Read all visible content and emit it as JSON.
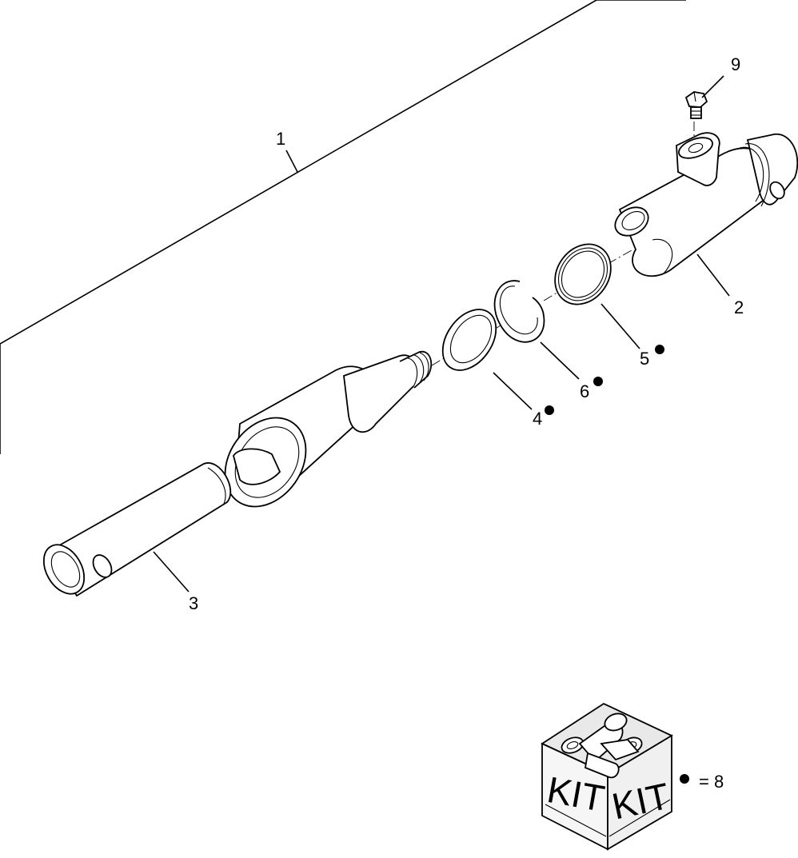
{
  "diagram": {
    "callouts": [
      {
        "id": "c1",
        "label": "1",
        "kit": false
      },
      {
        "id": "c2",
        "label": "2",
        "kit": false
      },
      {
        "id": "c3",
        "label": "3",
        "kit": false
      },
      {
        "id": "c4",
        "label": "4",
        "kit": true
      },
      {
        "id": "c5",
        "label": "5",
        "kit": true
      },
      {
        "id": "c6",
        "label": "6",
        "kit": true
      },
      {
        "id": "c9",
        "label": "9",
        "kit": false
      }
    ],
    "kit": {
      "box_label_left": "KIT",
      "box_label_right": "KIT",
      "legend_text": "= 8"
    },
    "colors": {
      "line": "#000000",
      "background": "#ffffff"
    }
  }
}
